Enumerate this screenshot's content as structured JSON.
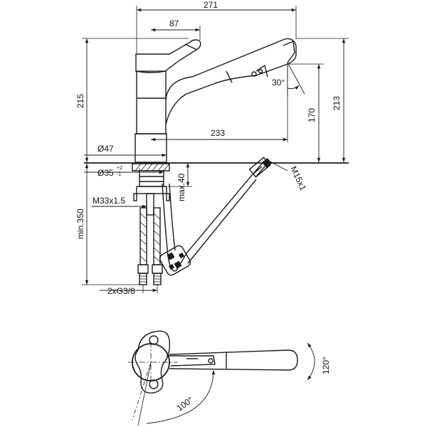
{
  "drawing": {
    "dimensions": {
      "total_reach": "271",
      "lever_reach": "87",
      "body_height": "215",
      "spout_reach": "233",
      "spout_height": "170",
      "total_height": "213",
      "spray_angle": "30°",
      "base_diameter": "Ø47",
      "hole_diameter": "Ø35",
      "hole_tol_plus": "+2",
      "hole_tol_minus": "-1",
      "hose_thread": "M15x1",
      "shank_thread": "M33x1.5",
      "max_deck": "max.40",
      "min_hose": "min.350",
      "connections": "2xG3/8",
      "swivel_angle": "100°",
      "lever_angle": "120°"
    }
  }
}
